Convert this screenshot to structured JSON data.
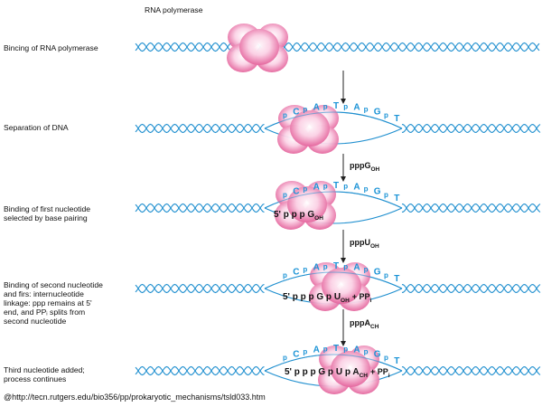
{
  "labels": {
    "rna_polymerase": "RNA polymerase",
    "stage1": "Bincing of RNA polymerase",
    "stage2": "Separation of DNA",
    "stage3": "Binding of first nucleotide\nselected by base pairing",
    "stage4": "Binding of second nucleotide\nand firs: internucleotide\nlinkage: ppp remains at 5'\nend, and PPᵢ splits from\nsecond nucleotide",
    "stage5": "Third nucleotide added;\nprocess continues"
  },
  "template_strand": [
    "p",
    "C",
    "p",
    "A",
    "p",
    "T",
    "p",
    "A",
    "p",
    "G",
    "p",
    "T"
  ],
  "steps": {
    "step1": "pppG",
    "step1_sub": "OH",
    "step2": "pppU",
    "step2_sub": "OH",
    "step3": "pppA",
    "step3_sub": "CH"
  },
  "rna": {
    "row3_main": "5' p p p G",
    "row3_sub": "OH",
    "row4_main": "5' p p p G p U",
    "row4_sub": "OH",
    "row4_tail": "+ PP",
    "row4_tail_sub": "i",
    "row5_main": "5' p p p G p U p A",
    "row5_sub": "CH",
    "row5_tail": "+ PP",
    "row5_tail_sub": "i"
  },
  "credit": "@http://tecn.rutgers.edu/bio356/pp/prokaryotic_mechanisms/tsld033.htm",
  "colors": {
    "dna": "#1f8fcf",
    "template_text": "#1a93d6",
    "polymerase_light": "#fbe0ee",
    "polymerase_dark": "#e0508f",
    "arrow": "#222222"
  }
}
